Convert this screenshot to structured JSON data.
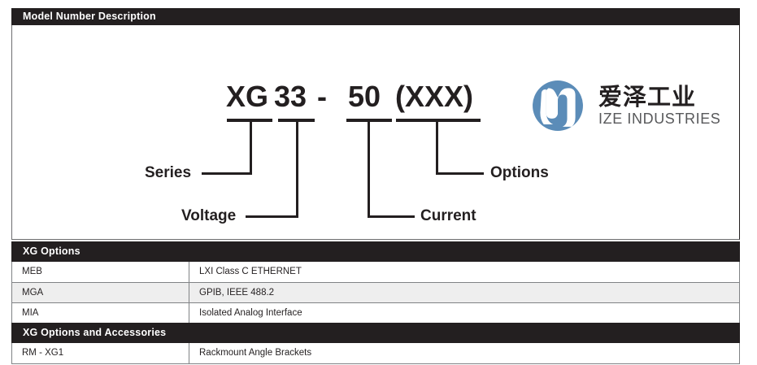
{
  "header": {
    "title": "Model Number Description"
  },
  "diagram": {
    "model_number": {
      "series": "XG",
      "voltage": "33",
      "separator": "-",
      "current": "50",
      "options": "(XXX)"
    },
    "callouts": {
      "series": "Series",
      "voltage": "Voltage",
      "current": "Current",
      "options": "Options"
    }
  },
  "logo": {
    "name_cn": "爱泽工业",
    "name_en": "IZE INDUSTRIES",
    "mark_color": "#5b8cb8",
    "text_color": "#231f20",
    "subtext_color": "#58595b"
  },
  "tables": [
    {
      "title": "XG Options",
      "rows": [
        {
          "code": "MEB",
          "description": "LXI Class C ETHERNET"
        },
        {
          "code": "MGA",
          "description": "GPIB, IEEE 488.2"
        },
        {
          "code": "MIA",
          "description": "Isolated Analog Interface"
        }
      ]
    },
    {
      "title": "XG Options and Accessories",
      "rows": [
        {
          "code": "RM - XG1",
          "description": "Rackmount Angle Brackets"
        }
      ]
    }
  ],
  "colors": {
    "bar_background": "#231f20",
    "bar_text": "#ffffff",
    "row_alt_background": "#eeeeee",
    "border": "#808285",
    "diagram_line": "#231f20"
  }
}
